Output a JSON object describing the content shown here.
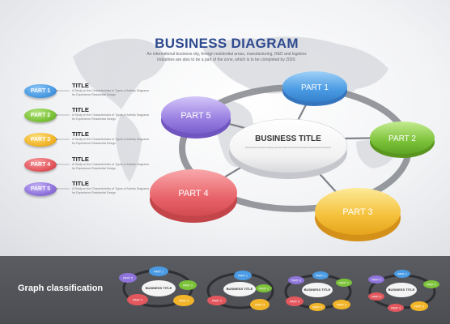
{
  "header": {
    "title": "BUSINESS DIAGRAM",
    "subtitle": "An international business city, foreign residential areas, manufacturing, R&D and logistics industries are also to be a part of the zone, which is to be completed by 2020."
  },
  "legend": [
    {
      "pill": "PART 1",
      "title": "TITLE",
      "desc": "A Study on the Characteristics of Types of Activity Diagrams for Experience Residential Design",
      "color": "#4a9be3"
    },
    {
      "pill": "PART 2",
      "title": "TITLE",
      "desc": "A Study on the Characteristics of Types of Activity Diagrams for Experience Residential Design",
      "color": "#7cc23a"
    },
    {
      "pill": "PART 3",
      "title": "TITLE",
      "desc": "A Study on the Characteristics of Types of Activity Diagrams for Experience Residential Design",
      "color": "#f2b52a"
    },
    {
      "pill": "PART 4",
      "title": "TITLE",
      "desc": "A Study on the Characteristics of Types of Activity Diagrams for Experience Residential Design",
      "color": "#e3585e"
    },
    {
      "pill": "PART 5",
      "title": "TITLE",
      "desc": "A Study on the Characteristics of Types of Activity Diagrams for Experience Residential Design",
      "color": "#8f74dc"
    }
  ],
  "diagram": {
    "center_title": "BUSINESS TITLE",
    "center_desc": "Industry and tourism, with the objective of attracting a huge number of foreign tourists to the country as their capacity and needs develop with their business area.",
    "parts": {
      "p1": "PART 1",
      "p2": "PART 2",
      "p3": "PART 3",
      "p4": "PART 4",
      "p5": "PART 5"
    }
  },
  "footer": {
    "label": "Graph classification",
    "thumb_center": "BUSINESS TITLE",
    "thumb_parts": [
      "PART 1",
      "PART 2",
      "PART 3",
      "PART 4",
      "PART 5",
      "PART 6"
    ]
  },
  "colors": {
    "blue": "#4a9be3",
    "green": "#7cc23a",
    "yellow": "#f2b52a",
    "red": "#e3585e",
    "purple": "#8f74dc",
    "title": "#2e4a8f"
  }
}
